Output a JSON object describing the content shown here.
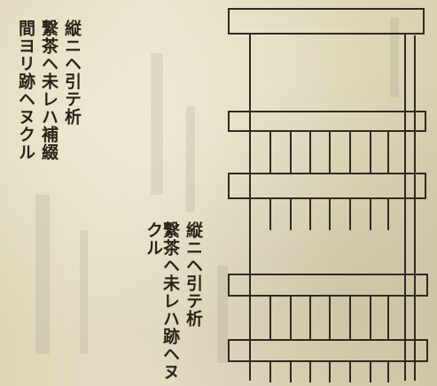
{
  "notes": {
    "upper_left": {
      "lines": [
        "縦ニヘ引テ析",
        "繋茶ヘ未レハ補綴",
        "間ヨリ跡ヘヌクル"
      ]
    },
    "lower_right": {
      "lines": [
        "縦ニヘ引テ析",
        "繋茶ヘ未レハ跡ヘヌクル"
      ]
    }
  },
  "colors": {
    "paper": "#e6dfc4",
    "ink": "#2a2418"
  }
}
